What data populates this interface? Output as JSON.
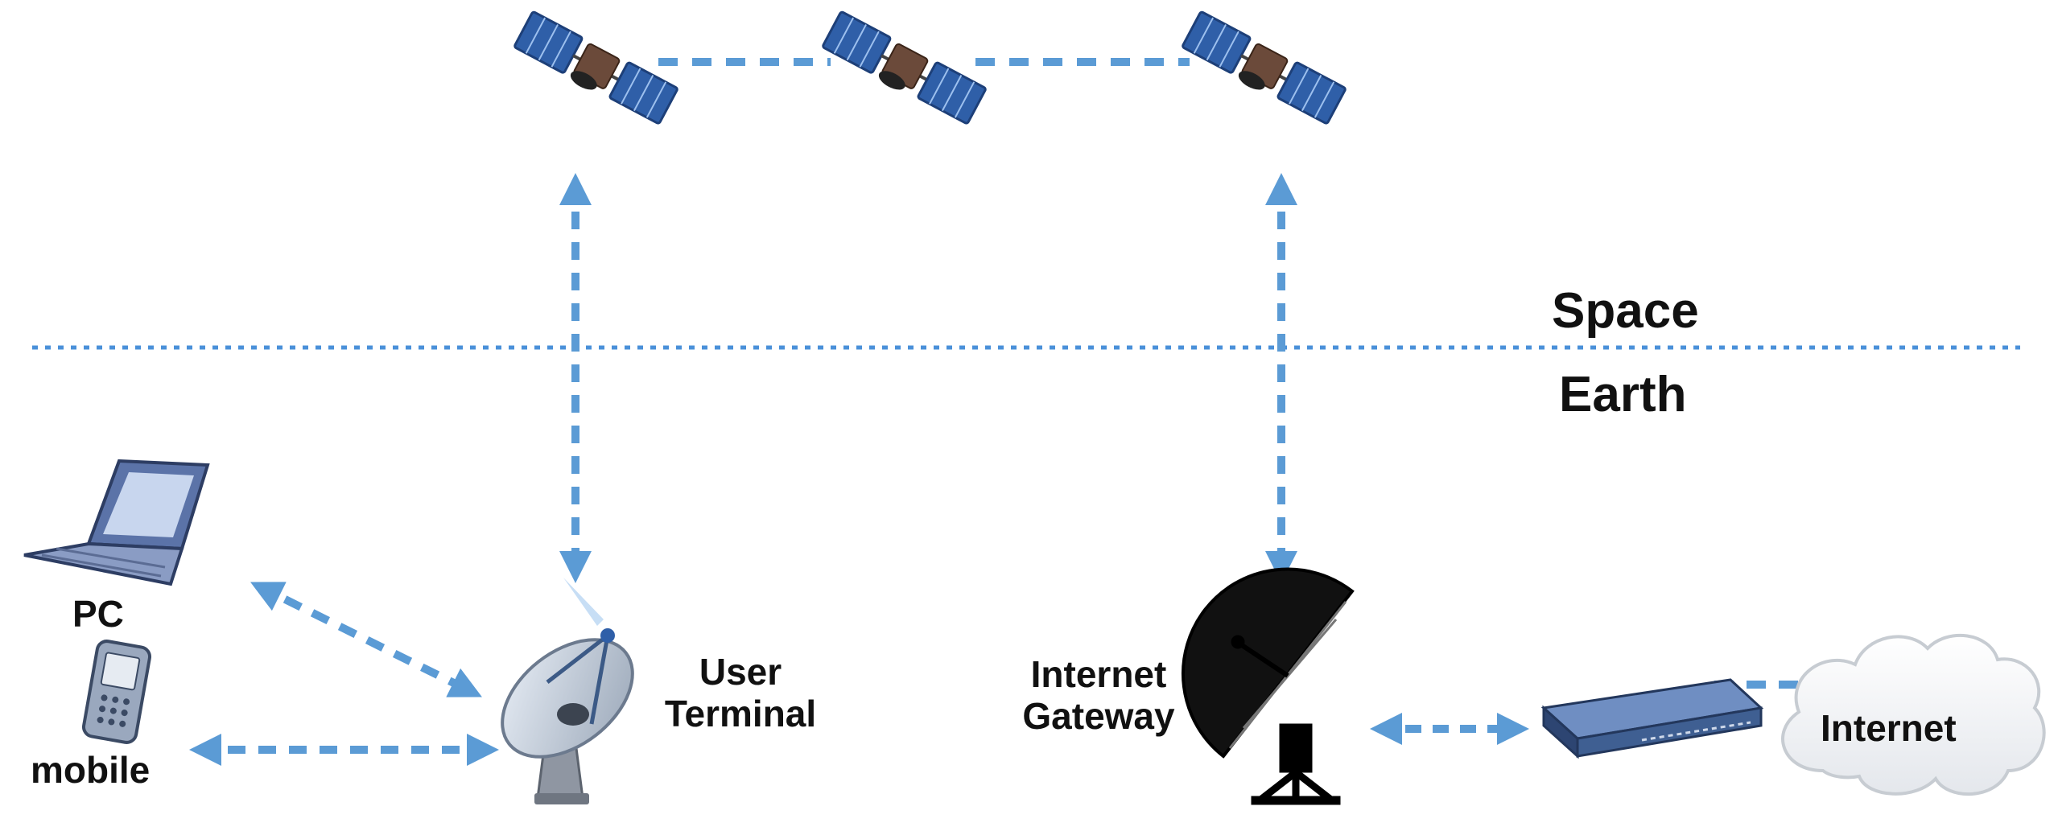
{
  "labels": {
    "space": "Space",
    "earth": "Earth",
    "pc": "PC",
    "mobile": "mobile",
    "user_terminal_line1": "User",
    "user_terminal_line2": "Terminal",
    "gateway_line1": "Internet",
    "gateway_line2": "Gateway",
    "internet": "Internet"
  },
  "icons": [
    "satellite-icon",
    "laptop-icon",
    "mobile-phone-icon",
    "satellite-dish-icon",
    "ground-station-antenna-icon",
    "router-icon",
    "cloud-icon"
  ],
  "colors": {
    "link": "#5b9bd5",
    "separator": "#4a90d9",
    "satellite_panel": "#2f5fa8",
    "satellite_body": "#6b4a3a",
    "router": "#3f5f92",
    "cloud_fill": "#f4f5f7",
    "cloud_stroke": "#c7ccd2",
    "laptop": "#5b73a8",
    "text": "#111111"
  }
}
